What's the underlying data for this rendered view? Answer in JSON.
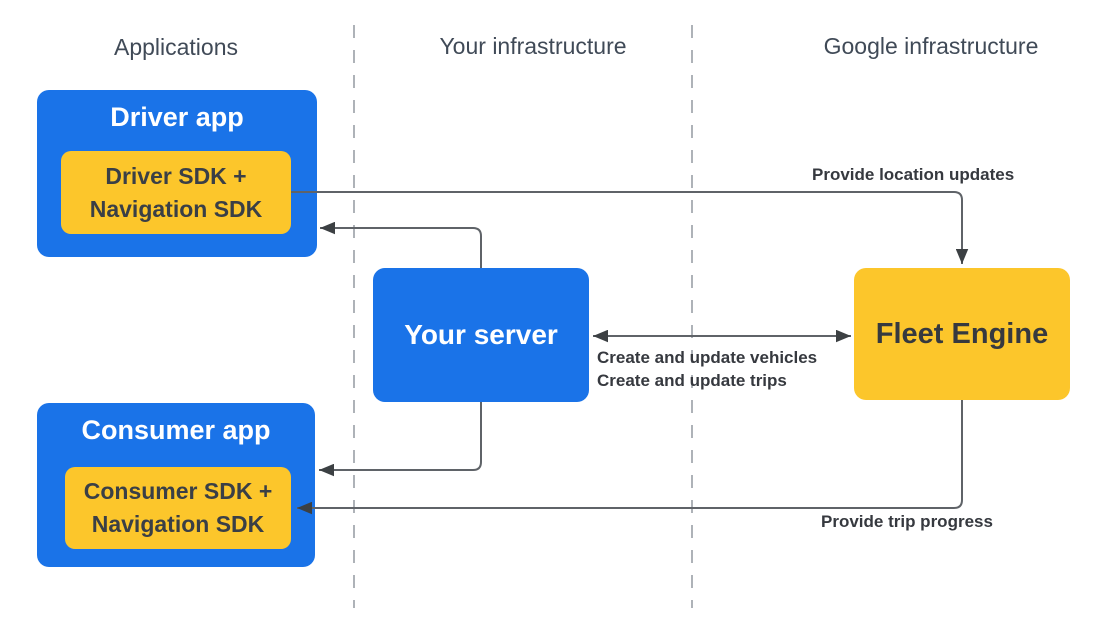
{
  "diagram": {
    "columns": [
      {
        "label": "Applications"
      },
      {
        "label": "Your infrastructure"
      },
      {
        "label": "Google infrastructure"
      }
    ],
    "nodes": {
      "driver_app": {
        "label": "Driver app",
        "sdk": {
          "line1": "Driver SDK +",
          "line2": "Navigation SDK"
        }
      },
      "consumer_app": {
        "label": "Consumer app",
        "sdk": {
          "line1": "Consumer SDK +",
          "line2": "Navigation SDK"
        }
      },
      "your_server": {
        "label": "Your server"
      },
      "fleet_engine": {
        "label": "Fleet Engine"
      }
    },
    "edge_labels": {
      "provide_location_updates": "Provide location updates",
      "create_and_update_vehicles": "Create and update vehicles",
      "create_and_update_trips": "Create and update trips",
      "provide_trip_progress": "Provide trip progress"
    },
    "colors": {
      "node_blue": "#1a73e8",
      "node_yellow": "#fcc62b",
      "connector_line": "#5f6368",
      "arrowhead": "#3c4043",
      "divider_gray": "#9aa0a6",
      "header_text": "#404a57",
      "dark_text": "#36393f",
      "sdk_text": "#3a3f46",
      "white_text": "#ffffff"
    }
  }
}
